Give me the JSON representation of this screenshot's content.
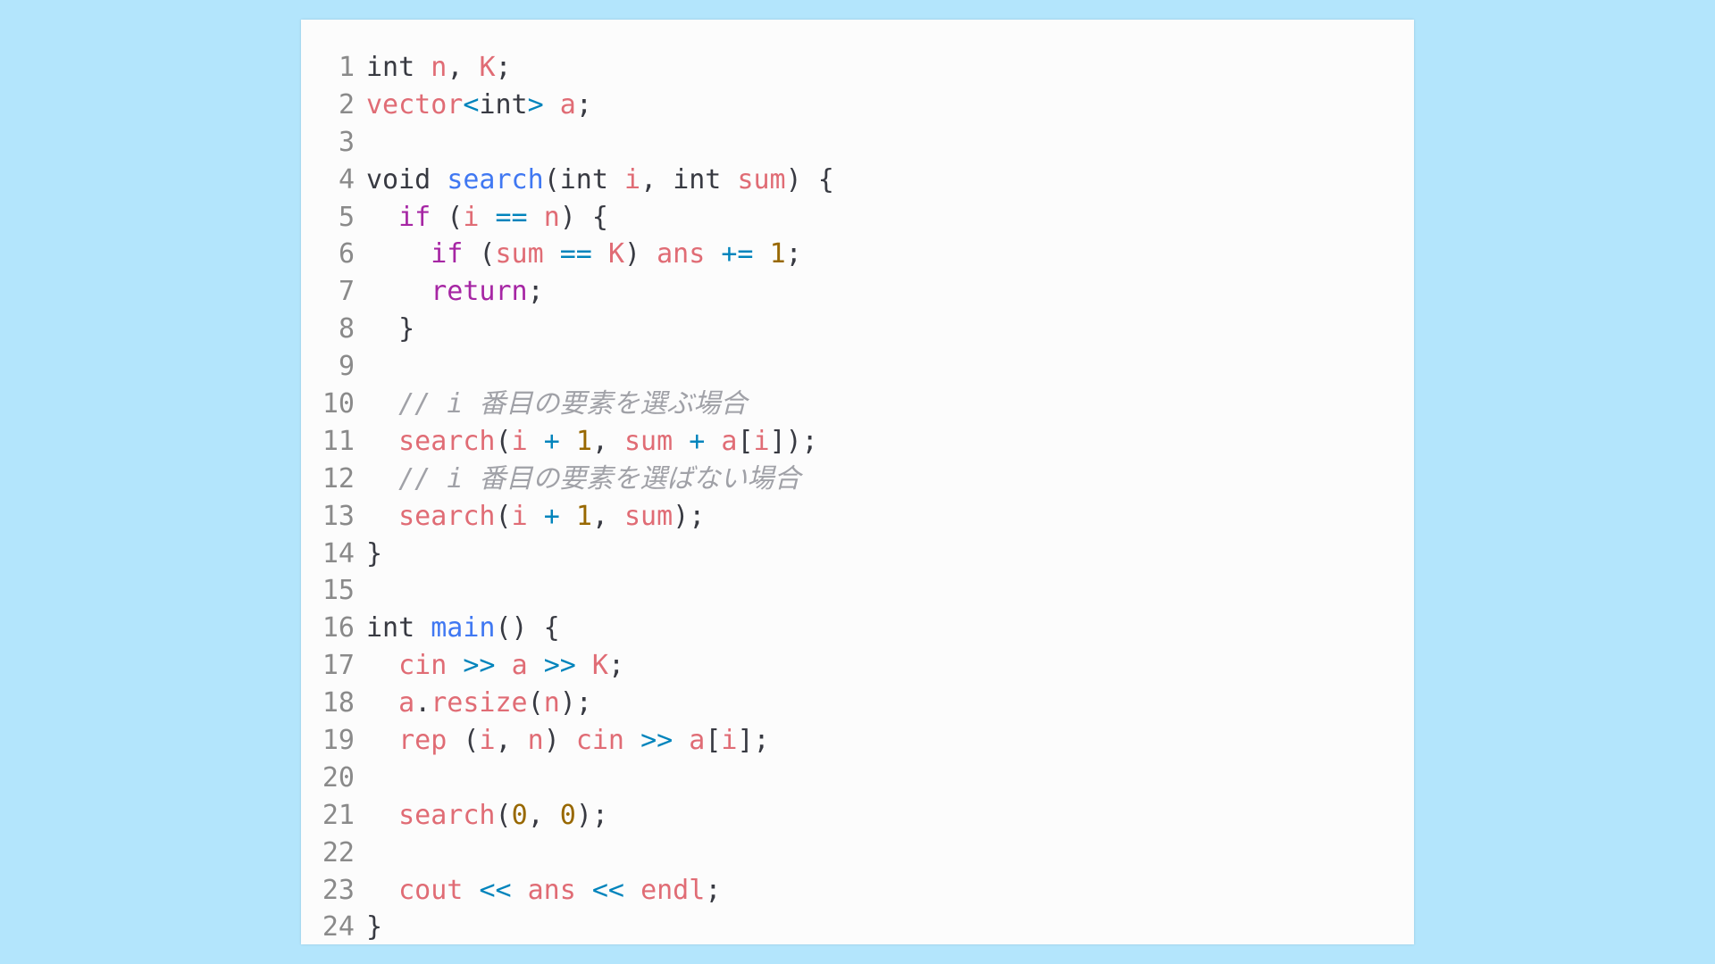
{
  "colors": {
    "background": "#b3e5fc",
    "panel": "#fcfcfc",
    "line_number": "#8a8a8a",
    "keyword": "#383a42",
    "control": "#a626a4",
    "variable": "#e06c75",
    "function": "#4078f2",
    "operator": "#0184bc",
    "number": "#986801",
    "comment": "#a0a1a7"
  },
  "lines": [
    {
      "number": "1",
      "tokens": [
        [
          "kw",
          "int"
        ],
        [
          "pn",
          " "
        ],
        [
          "var",
          "n"
        ],
        [
          "pn",
          ", "
        ],
        [
          "var",
          "K"
        ],
        [
          "pn",
          ";"
        ]
      ]
    },
    {
      "number": "2",
      "tokens": [
        [
          "var",
          "vector"
        ],
        [
          "op",
          "<"
        ],
        [
          "kw",
          "int"
        ],
        [
          "op",
          ">"
        ],
        [
          "pn",
          " "
        ],
        [
          "var",
          "a"
        ],
        [
          "pn",
          ";"
        ]
      ]
    },
    {
      "number": "3",
      "tokens": []
    },
    {
      "number": "4",
      "tokens": [
        [
          "kw",
          "void"
        ],
        [
          "pn",
          " "
        ],
        [
          "fn",
          "search"
        ],
        [
          "pn",
          "("
        ],
        [
          "kw",
          "int"
        ],
        [
          "pn",
          " "
        ],
        [
          "var",
          "i"
        ],
        [
          "pn",
          ", "
        ],
        [
          "kw",
          "int"
        ],
        [
          "pn",
          " "
        ],
        [
          "var",
          "sum"
        ],
        [
          "pn",
          ") {"
        ]
      ]
    },
    {
      "number": "5",
      "tokens": [
        [
          "pn",
          "  "
        ],
        [
          "ctrl",
          "if"
        ],
        [
          "pn",
          " ("
        ],
        [
          "var",
          "i"
        ],
        [
          "pn",
          " "
        ],
        [
          "op",
          "=="
        ],
        [
          "pn",
          " "
        ],
        [
          "var",
          "n"
        ],
        [
          "pn",
          ") {"
        ]
      ]
    },
    {
      "number": "6",
      "tokens": [
        [
          "pn",
          "    "
        ],
        [
          "ctrl",
          "if"
        ],
        [
          "pn",
          " ("
        ],
        [
          "var",
          "sum"
        ],
        [
          "pn",
          " "
        ],
        [
          "op",
          "=="
        ],
        [
          "pn",
          " "
        ],
        [
          "var",
          "K"
        ],
        [
          "pn",
          ") "
        ],
        [
          "var",
          "ans"
        ],
        [
          "pn",
          " "
        ],
        [
          "op",
          "+="
        ],
        [
          "pn",
          " "
        ],
        [
          "num",
          "1"
        ],
        [
          "pn",
          ";"
        ]
      ]
    },
    {
      "number": "7",
      "tokens": [
        [
          "pn",
          "    "
        ],
        [
          "ctrl",
          "return"
        ],
        [
          "pn",
          ";"
        ]
      ]
    },
    {
      "number": "8",
      "tokens": [
        [
          "pn",
          "  }"
        ]
      ]
    },
    {
      "number": "9",
      "tokens": []
    },
    {
      "number": "10",
      "tokens": [
        [
          "pn",
          "  "
        ],
        [
          "cm",
          "// i 番目の要素を選ぶ場合"
        ]
      ]
    },
    {
      "number": "11",
      "tokens": [
        [
          "pn",
          "  "
        ],
        [
          "var",
          "search"
        ],
        [
          "pn",
          "("
        ],
        [
          "var",
          "i"
        ],
        [
          "pn",
          " "
        ],
        [
          "op",
          "+"
        ],
        [
          "pn",
          " "
        ],
        [
          "num",
          "1"
        ],
        [
          "pn",
          ", "
        ],
        [
          "var",
          "sum"
        ],
        [
          "pn",
          " "
        ],
        [
          "op",
          "+"
        ],
        [
          "pn",
          " "
        ],
        [
          "var",
          "a"
        ],
        [
          "pn",
          "["
        ],
        [
          "var",
          "i"
        ],
        [
          "pn",
          "]);"
        ]
      ]
    },
    {
      "number": "12",
      "tokens": [
        [
          "pn",
          "  "
        ],
        [
          "cm",
          "// i 番目の要素を選ばない場合"
        ]
      ]
    },
    {
      "number": "13",
      "tokens": [
        [
          "pn",
          "  "
        ],
        [
          "var",
          "search"
        ],
        [
          "pn",
          "("
        ],
        [
          "var",
          "i"
        ],
        [
          "pn",
          " "
        ],
        [
          "op",
          "+"
        ],
        [
          "pn",
          " "
        ],
        [
          "num",
          "1"
        ],
        [
          "pn",
          ", "
        ],
        [
          "var",
          "sum"
        ],
        [
          "pn",
          ");"
        ]
      ]
    },
    {
      "number": "14",
      "tokens": [
        [
          "pn",
          "}"
        ]
      ]
    },
    {
      "number": "15",
      "tokens": []
    },
    {
      "number": "16",
      "tokens": [
        [
          "kw",
          "int"
        ],
        [
          "pn",
          " "
        ],
        [
          "fn",
          "main"
        ],
        [
          "pn",
          "() {"
        ]
      ]
    },
    {
      "number": "17",
      "tokens": [
        [
          "pn",
          "  "
        ],
        [
          "var",
          "cin"
        ],
        [
          "pn",
          " "
        ],
        [
          "op",
          ">>"
        ],
        [
          "pn",
          " "
        ],
        [
          "var",
          "a"
        ],
        [
          "pn",
          " "
        ],
        [
          "op",
          ">>"
        ],
        [
          "pn",
          " "
        ],
        [
          "var",
          "K"
        ],
        [
          "pn",
          ";"
        ]
      ]
    },
    {
      "number": "18",
      "tokens": [
        [
          "pn",
          "  "
        ],
        [
          "var",
          "a"
        ],
        [
          "pn",
          "."
        ],
        [
          "var",
          "resize"
        ],
        [
          "pn",
          "("
        ],
        [
          "var",
          "n"
        ],
        [
          "pn",
          ");"
        ]
      ]
    },
    {
      "number": "19",
      "tokens": [
        [
          "pn",
          "  "
        ],
        [
          "var",
          "rep"
        ],
        [
          "pn",
          " ("
        ],
        [
          "var",
          "i"
        ],
        [
          "pn",
          ", "
        ],
        [
          "var",
          "n"
        ],
        [
          "pn",
          ") "
        ],
        [
          "var",
          "cin"
        ],
        [
          "pn",
          " "
        ],
        [
          "op",
          ">>"
        ],
        [
          "pn",
          " "
        ],
        [
          "var",
          "a"
        ],
        [
          "pn",
          "["
        ],
        [
          "var",
          "i"
        ],
        [
          "pn",
          "];"
        ]
      ]
    },
    {
      "number": "20",
      "tokens": []
    },
    {
      "number": "21",
      "tokens": [
        [
          "pn",
          "  "
        ],
        [
          "var",
          "search"
        ],
        [
          "pn",
          "("
        ],
        [
          "num",
          "0"
        ],
        [
          "pn",
          ", "
        ],
        [
          "num",
          "0"
        ],
        [
          "pn",
          ");"
        ]
      ]
    },
    {
      "number": "22",
      "tokens": []
    },
    {
      "number": "23",
      "tokens": [
        [
          "pn",
          "  "
        ],
        [
          "var",
          "cout"
        ],
        [
          "pn",
          " "
        ],
        [
          "op",
          "<<"
        ],
        [
          "pn",
          " "
        ],
        [
          "var",
          "ans"
        ],
        [
          "pn",
          " "
        ],
        [
          "op",
          "<<"
        ],
        [
          "pn",
          " "
        ],
        [
          "var",
          "endl"
        ],
        [
          "pn",
          ";"
        ]
      ]
    },
    {
      "number": "24",
      "tokens": [
        [
          "pn",
          "}"
        ]
      ]
    }
  ]
}
